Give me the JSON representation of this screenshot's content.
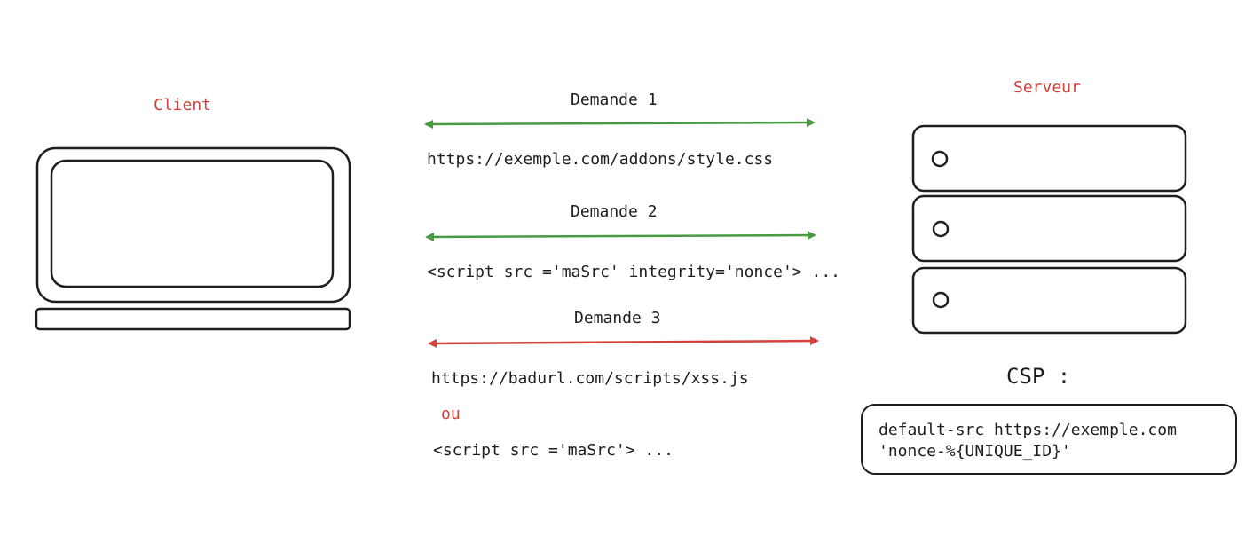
{
  "client": {
    "label": "Client",
    "icon": "laptop-icon"
  },
  "server": {
    "label": "Serveur",
    "icon": "server-rack-icon",
    "units": 3
  },
  "requests": [
    {
      "label": "Demande 1",
      "detail": "https://exemple.com/addons/style.css",
      "status": "allowed",
      "color": "#4a9a44"
    },
    {
      "label": "Demande 2",
      "detail": "<script src ='maSrc' integrity='nonce'> ...",
      "status": "allowed",
      "color": "#4a9a44"
    },
    {
      "label": "Demande 3",
      "detail": "https://badurl.com/scripts/xss.js",
      "alt_connector": "ou",
      "alt_detail": "<script src ='maSrc'> ...",
      "status": "blocked",
      "color": "#d4403a"
    }
  ],
  "csp": {
    "title": "CSP :",
    "policy_line1": "default-src https://exemple.com",
    "policy_line2": "'nonce-%{UNIQUE_ID}'"
  },
  "colors": {
    "stroke": "#1e1e1e",
    "label_red": "#d4403a",
    "allowed": "#4a9a44",
    "blocked": "#d4403a"
  }
}
